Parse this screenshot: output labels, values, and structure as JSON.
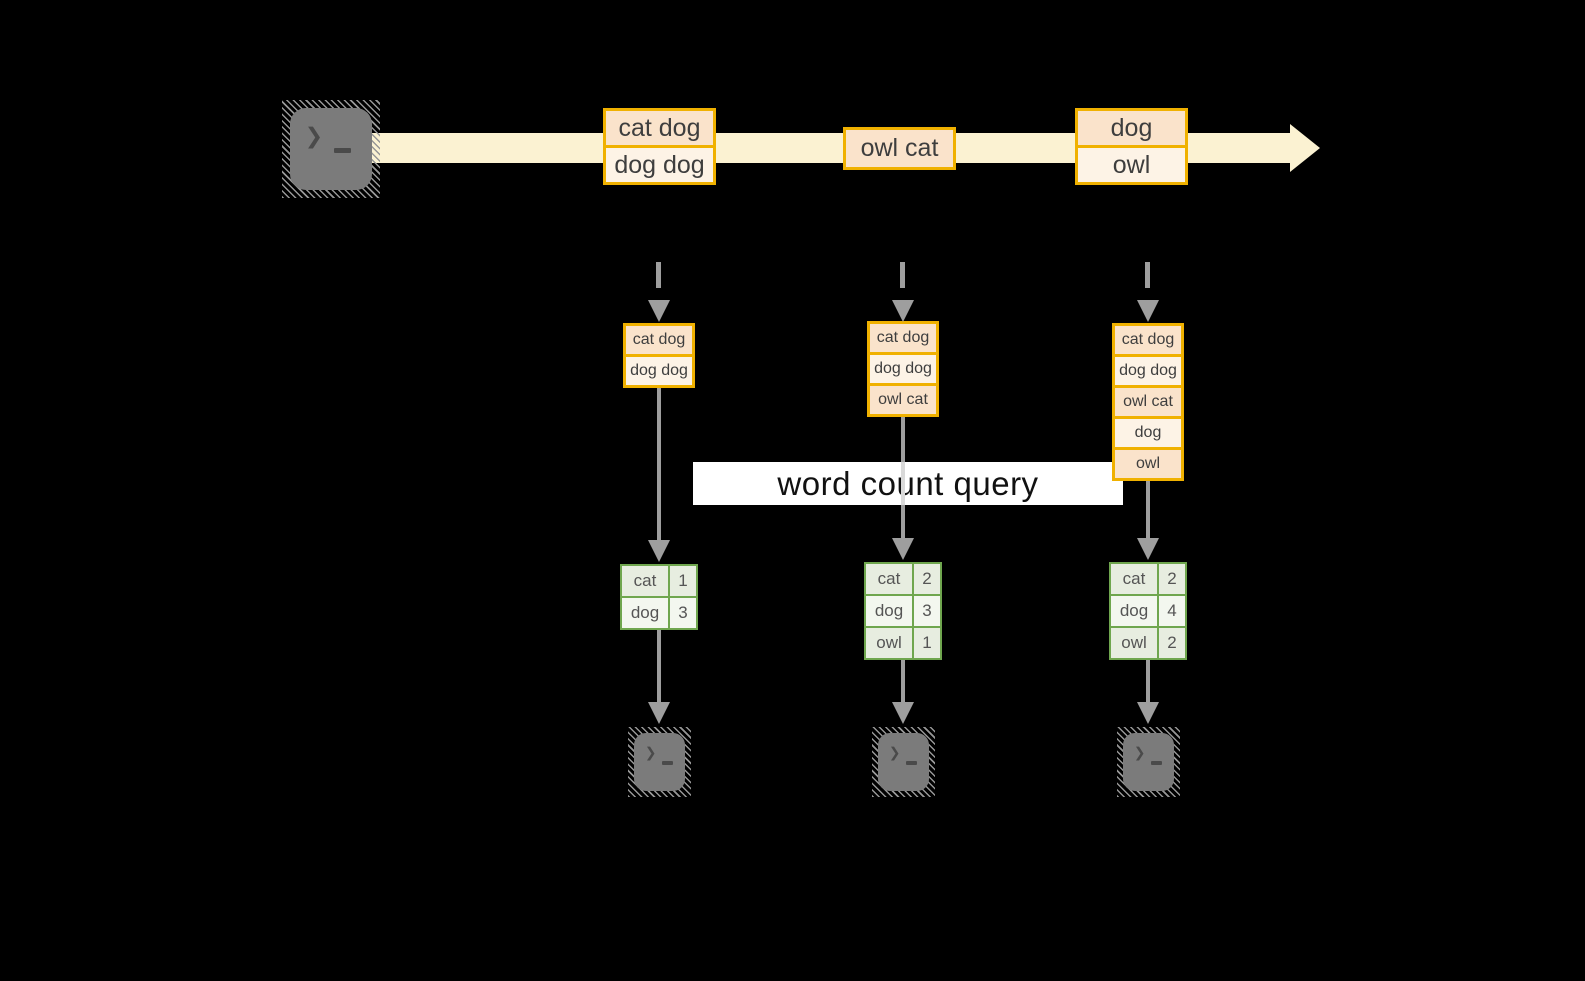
{
  "title": "streaming word count diagram",
  "query_label": "word count query",
  "colors": {
    "background": "#000000",
    "stream_fill": "#FBF2D2",
    "record_border": "#F0B100",
    "record_peach": "#FAE3CB",
    "record_cream": "#FDF3E6",
    "table_border_green": "#6FA64E",
    "table_cell_dark": "#E7EDE0",
    "table_cell_light": "#F3F7EF",
    "arrow_gray": "#9E9E9E",
    "terminal_gray": "#7B7B7B"
  },
  "terminal": {
    "prompt_chevron": "❯"
  },
  "stream": {
    "batches": [
      {
        "records": [
          "cat dog",
          "dog dog"
        ]
      },
      {
        "records": [
          "owl cat"
        ]
      },
      {
        "records": [
          "dog",
          "owl"
        ]
      }
    ]
  },
  "columns": [
    {
      "accumulated": [
        "cat dog",
        "dog dog"
      ],
      "counts": [
        {
          "word": "cat",
          "value": "1"
        },
        {
          "word": "dog",
          "value": "3"
        }
      ]
    },
    {
      "accumulated": [
        "cat dog",
        "dog dog",
        "owl cat"
      ],
      "counts": [
        {
          "word": "cat",
          "value": "2"
        },
        {
          "word": "dog",
          "value": "3"
        },
        {
          "word": "owl",
          "value": "1"
        }
      ]
    },
    {
      "accumulated": [
        "cat dog",
        "dog dog",
        "owl cat",
        "dog",
        "owl"
      ],
      "counts": [
        {
          "word": "cat",
          "value": "2"
        },
        {
          "word": "dog",
          "value": "4"
        },
        {
          "word": "owl",
          "value": "2"
        }
      ]
    }
  ]
}
